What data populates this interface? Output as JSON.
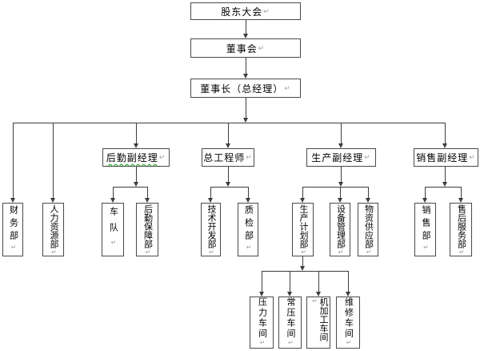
{
  "marks": {
    "return_mark": "↵"
  },
  "colors": {
    "background": "#ffffff",
    "box_border": "#4a4a4a",
    "connector_line": "#3d3d3d",
    "return_mark": "#98a0b0",
    "grammar_underline": "#00a000"
  },
  "diagram": {
    "type": "org-chart",
    "nodes": {
      "shareholders_meeting": "股东大会",
      "board_of_directors": "董事会",
      "chairman_general_manager": "董事长（总经理）",
      "finance_dept": "财务部",
      "hr_dept": "人力资源部",
      "logistics_deputy_manager": "后勤副经理",
      "chief_engineer": "总工程师",
      "production_deputy_manager": "生产副经理",
      "sales_deputy_manager": "销售副经理",
      "vehicle_fleet": "车队",
      "logistics_support_dept": "后勤保障部",
      "technology_development_dept": "技术开发部",
      "quality_inspection_dept": "质检部",
      "production_planning_dept": "生产计划部",
      "equipment_management_dept": "设备管理部",
      "material_supply_dept": "物资供应部",
      "sales_dept": "销售部",
      "after_sales_service_dept": "售后服务部",
      "pressure_workshop": "压力车间",
      "atmospheric_workshop": "常压车间",
      "machining_workshop": "机加工车间",
      "maintenance_workshop": "维修车间"
    },
    "hierarchy": [
      {
        "parent": "股东大会",
        "children": [
          "董事会"
        ]
      },
      {
        "parent": "董事会",
        "children": [
          "董事长（总经理）"
        ]
      },
      {
        "parent": "董事长（总经理）",
        "children": [
          "财务部",
          "人力资源部",
          "后勤副经理",
          "总工程师",
          "生产副经理",
          "销售副经理"
        ]
      },
      {
        "parent": "后勤副经理",
        "children": [
          "车队",
          "后勤保障部"
        ]
      },
      {
        "parent": "总工程师",
        "children": [
          "技术开发部",
          "质检部"
        ]
      },
      {
        "parent": "生产副经理",
        "children": [
          "生产计划部",
          "设备管理部",
          "物资供应部"
        ]
      },
      {
        "parent": "销售副经理",
        "children": [
          "销售部",
          "售后服务部"
        ]
      },
      {
        "parent": "生产计划部",
        "children": [
          "压力车间",
          "常压车间",
          "机加工车间",
          "维修车间"
        ]
      }
    ],
    "grammar_check_marked": [
      "后勤副经理"
    ]
  }
}
